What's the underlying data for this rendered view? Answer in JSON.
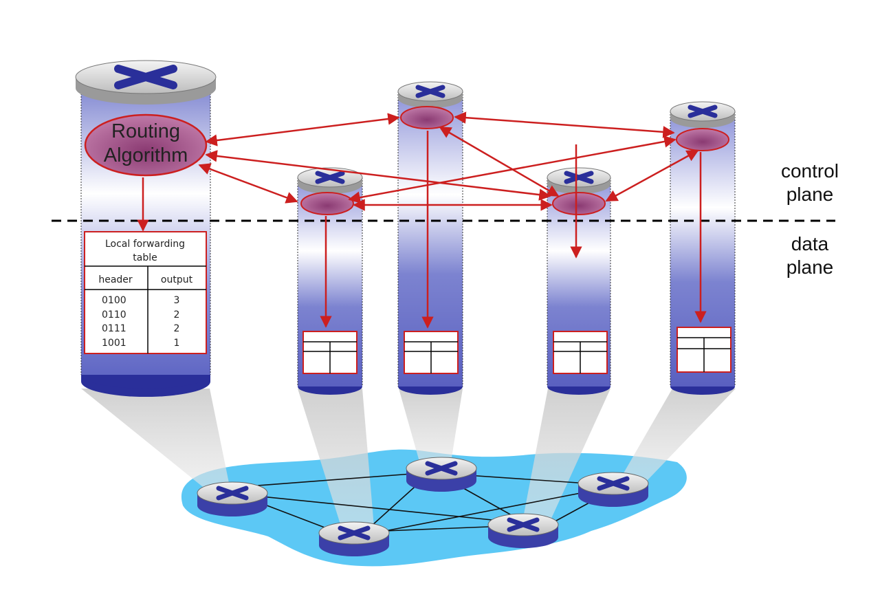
{
  "diagram": {
    "labels": {
      "control_plane": [
        "control",
        "plane"
      ],
      "data_plane": [
        "data",
        "plane"
      ],
      "routing_algorithm": [
        "Routing",
        "Algorithm"
      ]
    },
    "forwarding_table": {
      "title_lines": [
        "Local forwarding",
        "table"
      ],
      "headers": [
        "header",
        "output"
      ],
      "rows": [
        {
          "header": "0100",
          "output": "3"
        },
        {
          "header": "0110",
          "output": "2"
        },
        {
          "header": "0111",
          "output": "2"
        },
        {
          "header": "1001",
          "output": "1"
        }
      ]
    },
    "colors": {
      "control_arrow": "#cc1f1f",
      "cylinder_dark": "#2a2f9a",
      "cylinder_mid": "#7f86d4",
      "network_cloud": "#5cc8f5",
      "ellipse_fill": "#a0487a"
    }
  }
}
